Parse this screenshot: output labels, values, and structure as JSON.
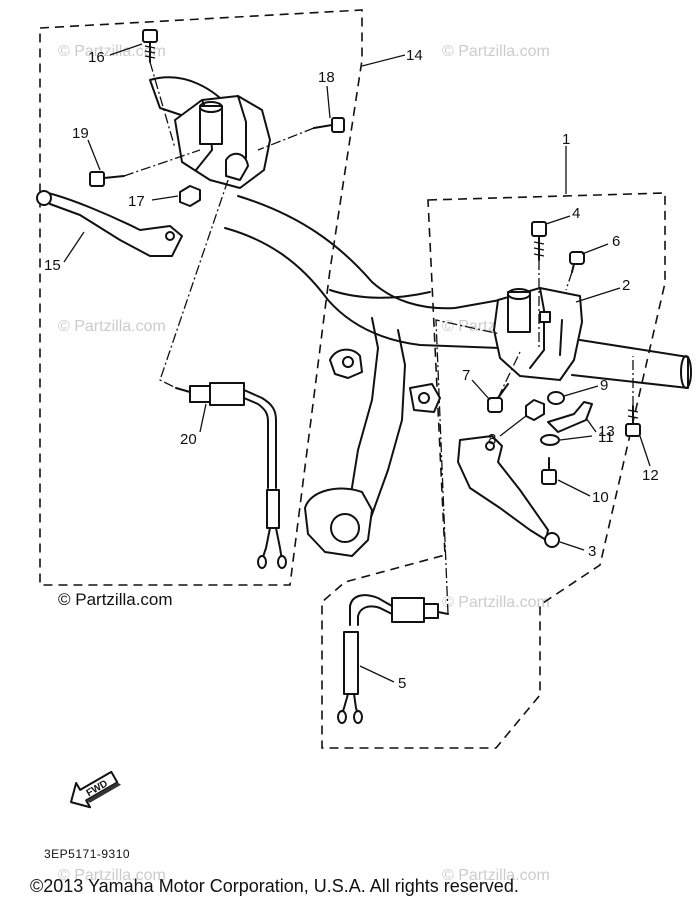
{
  "watermarks": [
    "© Partzilla.com",
    "© Partzilla.com",
    "© Partzilla.com",
    "© Partzilla.com",
    "© Partzilla.com",
    "© Partzilla.com",
    "© Partzilla.com"
  ],
  "site_credit": "© Partzilla.com",
  "callouts": {
    "c1": "1",
    "c2": "2",
    "c3": "3",
    "c4": "4",
    "c5": "5",
    "c6": "6",
    "c7": "7",
    "c8": "8",
    "c9": "9",
    "c10": "10",
    "c11": "11",
    "c12": "12",
    "c13": "13",
    "c14": "14",
    "c15": "15",
    "c16": "16",
    "c17": "17",
    "c18": "18",
    "c19": "19",
    "c20": "20"
  },
  "fwd_label": "FWD",
  "diagram_code": "3EP5171-9310",
  "copyright": "©2013 Yamaha Motor Corporation, U.S.A. All rights reserved."
}
